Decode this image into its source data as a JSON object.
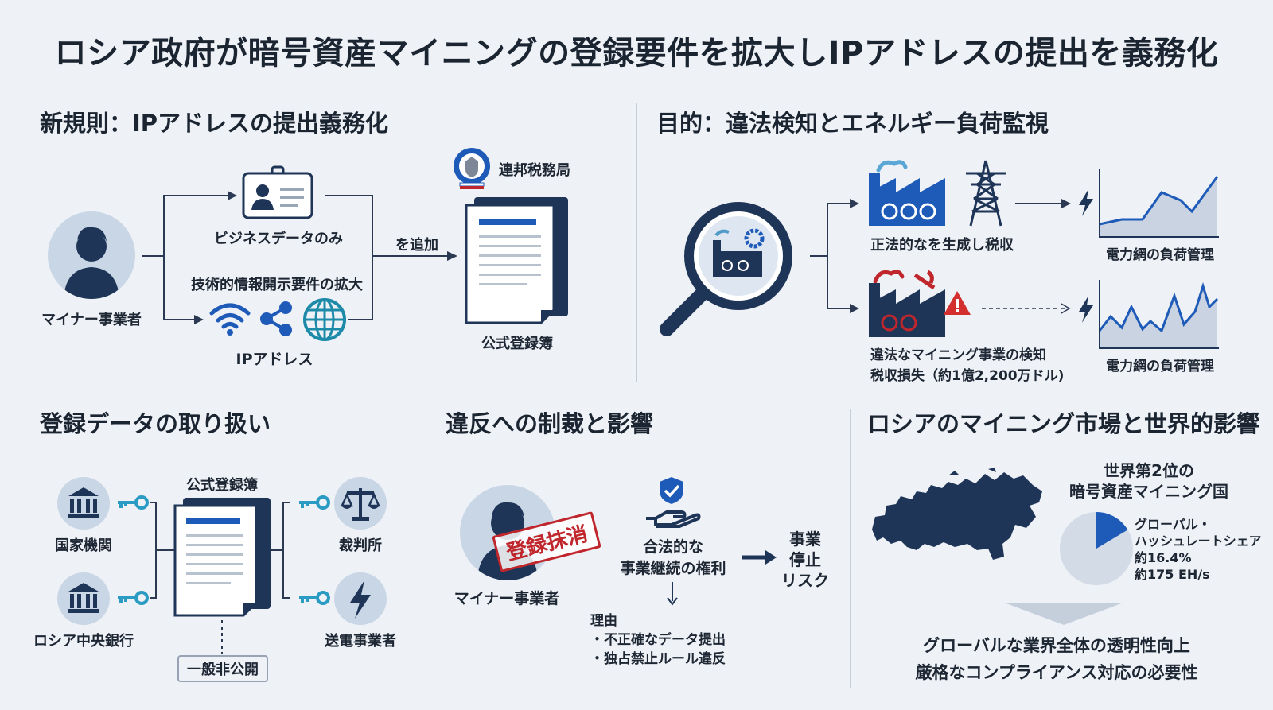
{
  "title": "ロシア政府が暗号資産マイニングの登録要件を拡大しIPアドレスの提出を義務化",
  "section1": {
    "title": "新規則：IPアドレスの提出義務化",
    "miner_label": "マイナー事業者",
    "business_only": "ビジネスデータのみ",
    "tech_expansion": "技術的情報開示要件の拡大",
    "ip_label": "IPアドレス",
    "add_label": "を追加",
    "agency_label": "連邦税務局",
    "registry_label": "公式登録簿"
  },
  "section2": {
    "title": "目的：違法検知とエネルギー負荷監視",
    "legal_label": "正法的なを生成し税収",
    "illegal_line1": "違法なマイニング事業の検知",
    "illegal_line2": "税収損失（約1億2,200万ドル)",
    "grid_label_top": "電力網の負荷管理",
    "grid_label_bottom": "電力網の負荷管理"
  },
  "section3": {
    "title": "登録データの取り扱い",
    "registry_label": "公式登録簿",
    "state_agencies": "国家機関",
    "central_bank": "ロシア中央銀行",
    "courts": "裁判所",
    "grid_operators": "送電事業者",
    "private_label": "一般非公開"
  },
  "section4": {
    "title": "違反への制裁と影響",
    "miner_label": "マイナー事業者",
    "stamp": "登録抹消",
    "right_line1": "合法的な",
    "right_line2": "事業継続の権利",
    "risk_line1": "事業",
    "risk_line2": "停止",
    "risk_line3": "リスク",
    "reason_title": "理由",
    "reason1": "・不正確なデータ提出",
    "reason2": "・独占禁止ルール違反"
  },
  "section5": {
    "title": "ロシアのマイニング市場と世界的影響",
    "rank_line1": "世界第2位の",
    "rank_line2": "暗号資産マイニング国",
    "share_line1": "グローバル・",
    "share_line2": "ハッシュレートシェア",
    "share_pct": "約16.4%",
    "share_eh": "約175 EH/s",
    "share_value": 16.4,
    "conclusion1": "グローバルな業界全体の透明性向上",
    "conclusion2": "厳格なコンプライアンス対応の必要性"
  },
  "colors": {
    "navy": "#1f3557",
    "blue": "#1e5bb8",
    "red": "#c0272d",
    "bg": "#eef1f6",
    "light_blue": "#c9d6e6"
  },
  "icons": [
    "person-icon",
    "id-card-icon",
    "wifi-icon",
    "share-icon",
    "globe-icon",
    "document-icon",
    "emblem-icon",
    "magnifier-icon",
    "factory-icon",
    "power-tower-icon",
    "lightning-icon",
    "warning-icon",
    "bank-icon",
    "key-icon",
    "scales-icon",
    "shield-icon",
    "hand-icon",
    "arrow-icon",
    "map-icon",
    "pie-icon"
  ]
}
